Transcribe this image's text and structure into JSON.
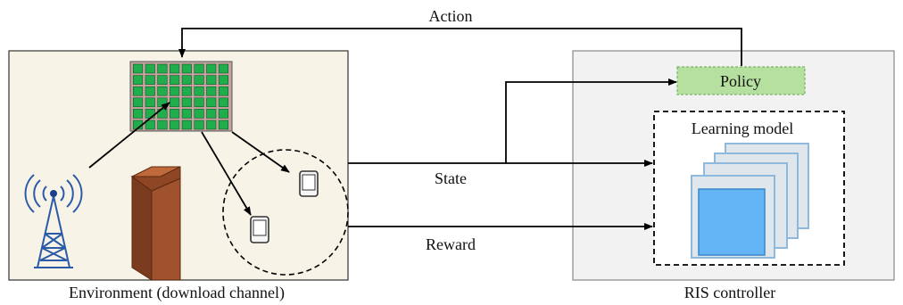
{
  "labels": {
    "action": "Action",
    "state": "State",
    "reward": "Reward",
    "policy": "Policy",
    "learning_model": "Learning model",
    "environment": "Environment (download channel)",
    "controller": "RIS controller"
  },
  "colors": {
    "environment_bg": "#f7f3e6",
    "controller_bg": "#f2f2f2",
    "ris_cell": "#1fae4b",
    "ris_grid_bg": "#c7a3a0",
    "policy_fill": "#b5e0a0",
    "policy_border": "#7ab56a",
    "building_front": "#a0512d",
    "building_side": "#7a3b1f",
    "tower": "#2a5aa8",
    "model_layer": "#64b5f6"
  },
  "icons": [
    "base-station-icon",
    "ris-panel-icon",
    "building-icon",
    "phone-icon",
    "layered-model-icon"
  ]
}
